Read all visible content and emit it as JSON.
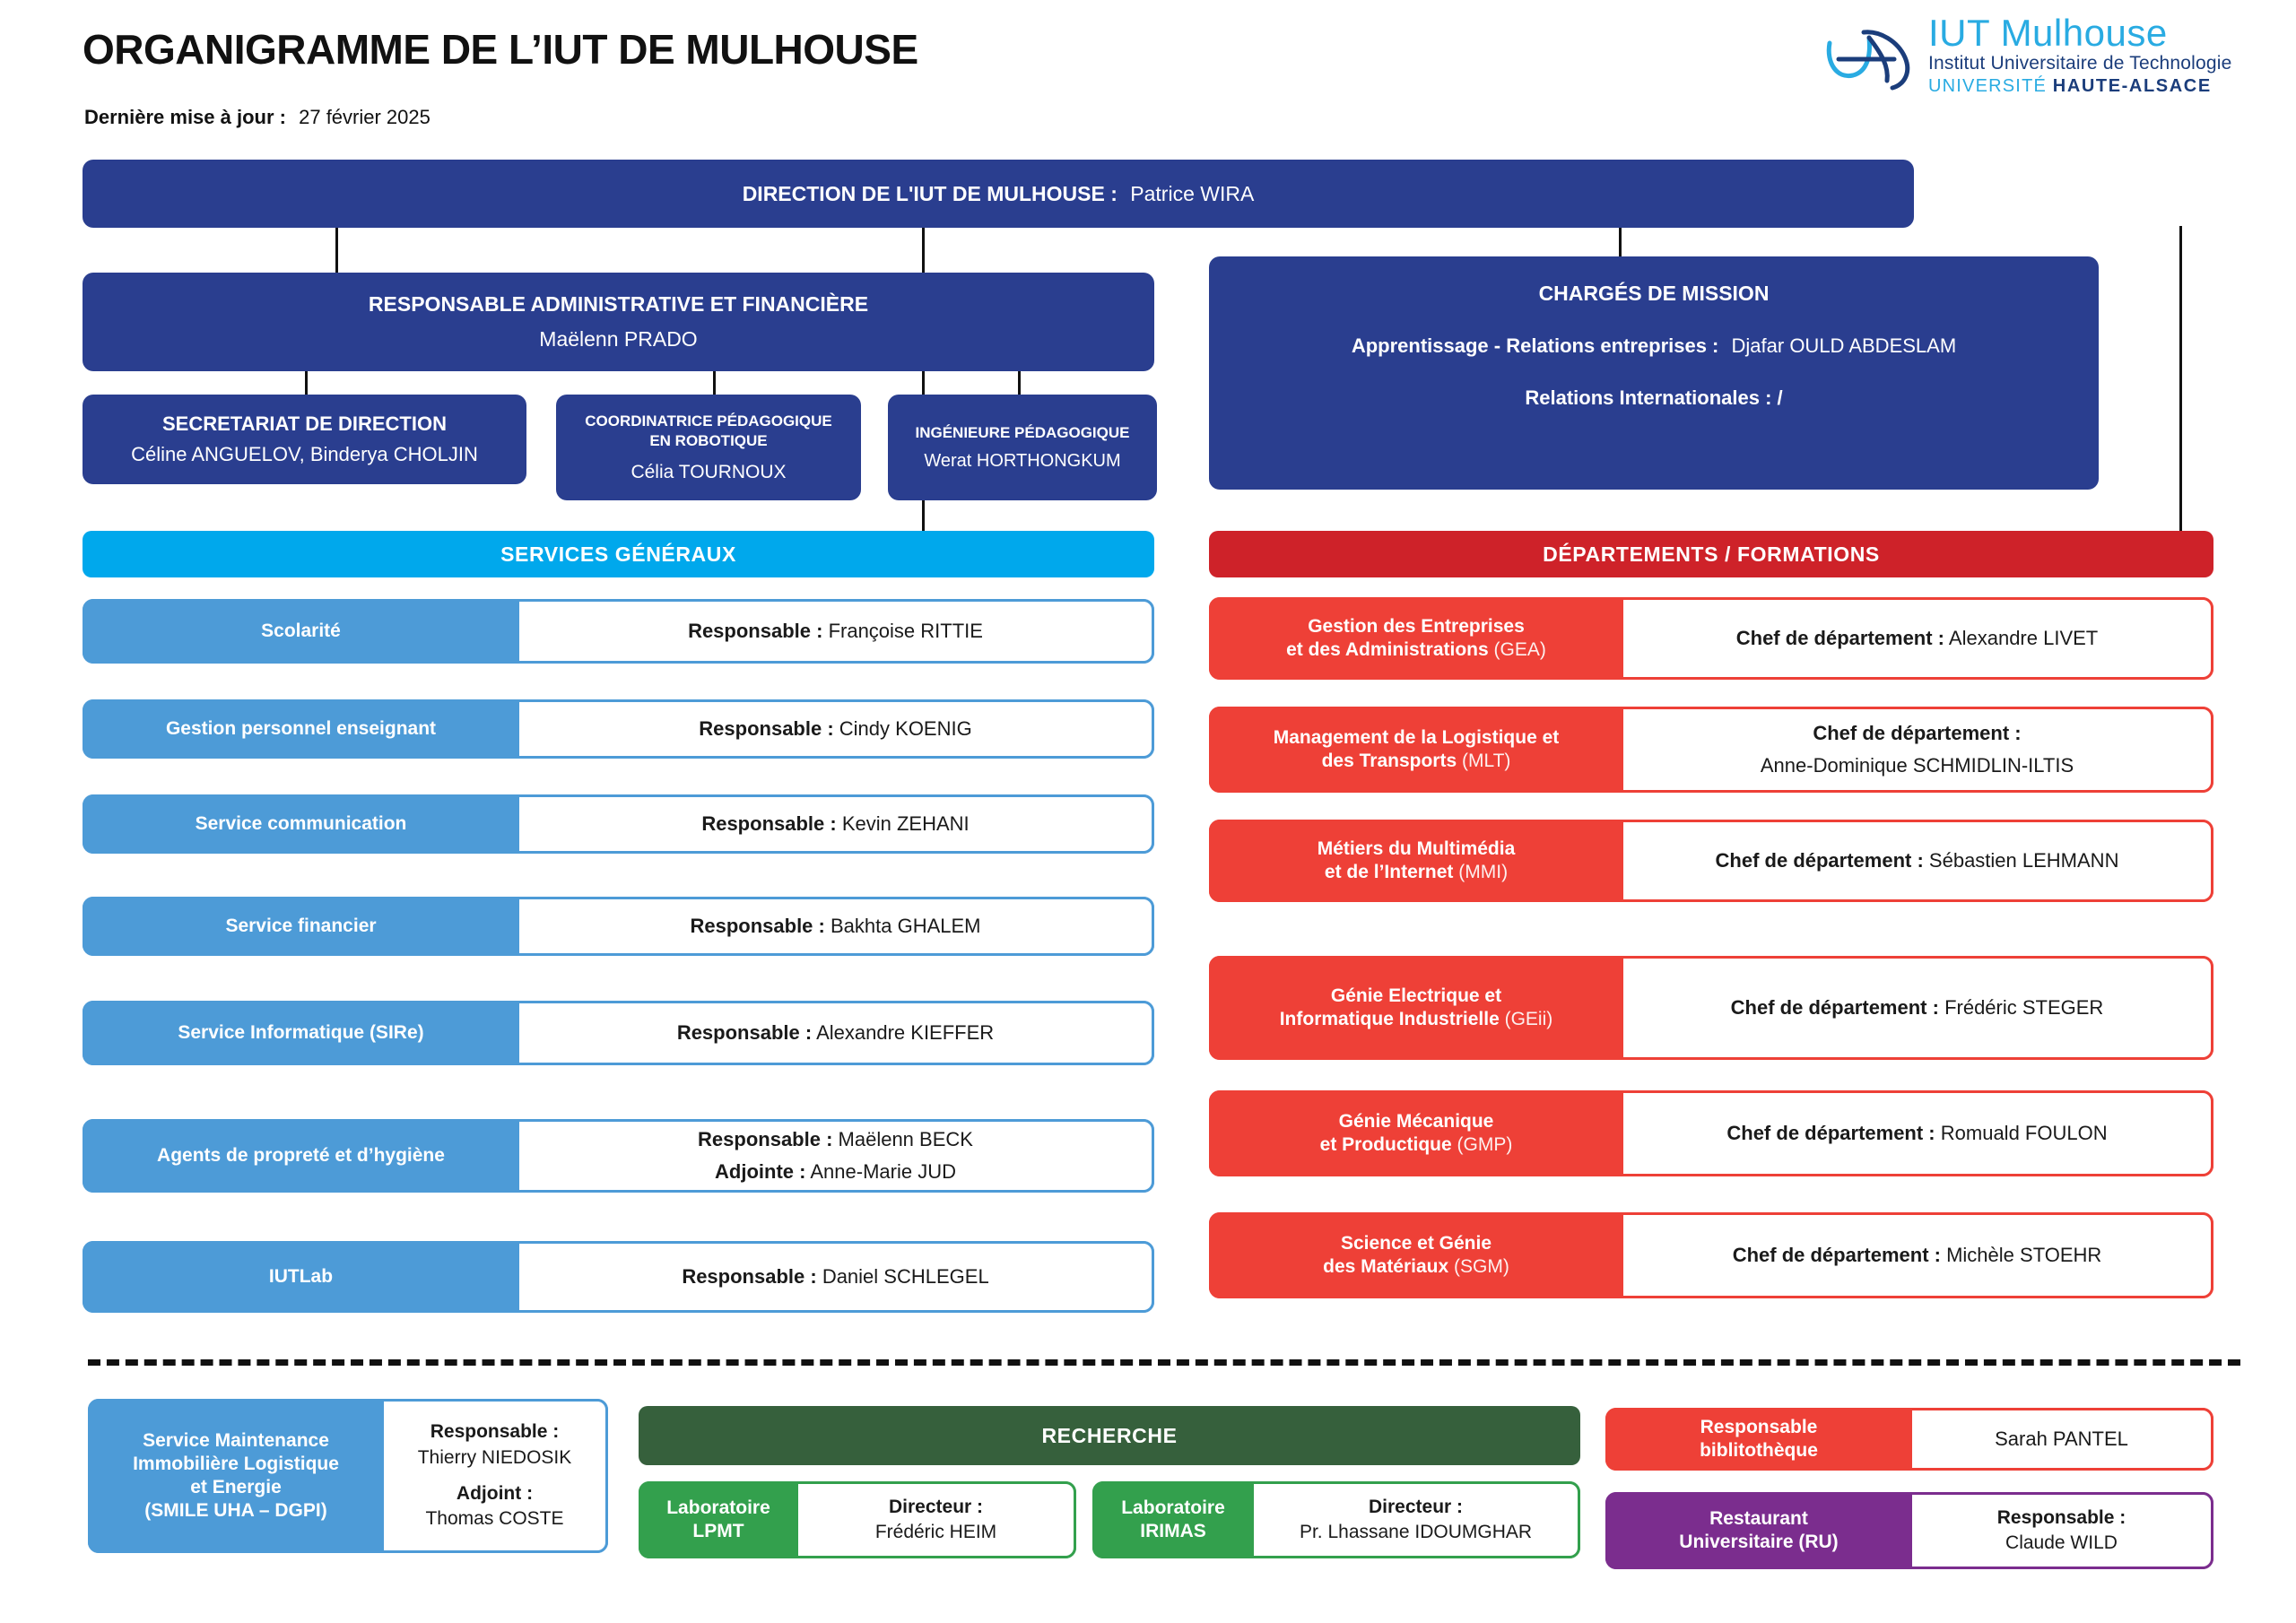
{
  "header": {
    "title": "ORGANIGRAMME DE L’IUT DE MULHOUSE",
    "update_label": "Dernière mise à jour :",
    "update_date": "27 février 2025"
  },
  "logo": {
    "line1": "IUT Mulhouse",
    "line2": "Institut Universitaire de Technologie",
    "line3_light": "UNIVERSITÉ ",
    "line3_bold": "HAUTE-ALSACE"
  },
  "direction": {
    "title": "DIRECTION DE L'IUT DE MULHOUSE :",
    "name": "Patrice WIRA"
  },
  "raf": {
    "title": "RESPONSABLE ADMINISTRATIVE ET FINANCIÈRE",
    "name": "Maëlenn PRADO"
  },
  "raf_children": [
    {
      "title": "SECRETARIAT DE DIRECTION",
      "name": "Céline ANGUELOV, Binderya CHOLJIN"
    },
    {
      "title": "COORDINATRICE PÉDAGOGIQUE\nEN ROBOTIQUE",
      "name": "Célia TOURNOUX"
    },
    {
      "title": "INGÉNIEURE PÉDAGOGIQUE",
      "name": "Werat HORTHONGKUM"
    }
  ],
  "missions": {
    "title": "CHARGÉS DE MISSION",
    "items": [
      {
        "label": "Apprentissage - Relations entreprises :",
        "value": "Djafar OULD ABDESLAM"
      },
      {
        "label": "Relations Internationales : /",
        "value": ""
      }
    ]
  },
  "services": {
    "header": "SERVICES GÉNÉRAUX",
    "rows": [
      {
        "name": "Scolarité",
        "role": "Responsable :",
        "person": "Françoise RITTIE"
      },
      {
        "name": "Gestion personnel enseignant",
        "role": "Responsable :",
        "person": "Cindy KOENIG"
      },
      {
        "name": "Service  communication",
        "role": "Responsable :",
        "person": "Kevin ZEHANI"
      },
      {
        "name": "Service  financier",
        "role": "Responsable :",
        "person": "Bakhta GHALEM"
      },
      {
        "name": "Service Informatique (SIRe)",
        "role": "Responsable :",
        "person": "Alexandre KIEFFER"
      },
      {
        "name": "Agents de propreté et d’hygiène",
        "role": "Responsable :",
        "person": "Maëlenn BECK",
        "role2": "Adjointe :",
        "person2": "Anne-Marie JUD"
      },
      {
        "name": "IUTLab",
        "role": "Responsable :",
        "person": "Daniel SCHLEGEL"
      }
    ]
  },
  "departments": {
    "header": "DÉPARTEMENTS / FORMATIONS",
    "rows": [
      {
        "name": "Gestion des Entreprises\net des Administrations",
        "abbr": "(GEA)",
        "role": "Chef de département :",
        "person": "Alexandre LIVET",
        "stacked": false
      },
      {
        "name": "Management de la Logistique et\ndes Transports",
        "abbr": "(MLT)",
        "role": "Chef de département :",
        "person": "Anne-Dominique SCHMIDLIN-ILTIS",
        "stacked": true
      },
      {
        "name": "Métiers du Multimédia\net de l’Internet",
        "abbr": "(MMI)",
        "role": "Chef de département :",
        "person": "Sébastien LEHMANN",
        "stacked": false
      },
      {
        "name": "Génie Electrique et\nInformatique Industrielle",
        "abbr": "(GEii)",
        "role": "Chef de département :",
        "person": "Frédéric STEGER",
        "stacked": false
      },
      {
        "name": "Génie Mécanique\net Productique",
        "abbr": "(GMP)",
        "role": "Chef de département :",
        "person": "Romuald FOULON",
        "stacked": false
      },
      {
        "name": "Science et Génie\ndes Matériaux",
        "abbr": "(SGM)",
        "role": "Chef de département :",
        "person": "Michèle STOEHR",
        "stacked": false
      }
    ]
  },
  "smile": {
    "name": "Service Maintenance\nImmobilière Logistique\net Energie\n(SMILE UHA – DGPI)",
    "role": "Responsable :",
    "person": "Thierry NIEDOSIK",
    "role2": "Adjoint :",
    "person2": "Thomas COSTE"
  },
  "recherche": {
    "header": "RECHERCHE",
    "labs": [
      {
        "name": "Laboratoire\nLPMT",
        "role": "Directeur :",
        "person": "Frédéric HEIM"
      },
      {
        "name": "Laboratoire\nIRIMAS",
        "role": "Directeur :",
        "person": "Pr. Lhassane IDOUMGHAR"
      }
    ]
  },
  "misc": [
    {
      "name": "Responsable\nbiblitothèque",
      "role": "",
      "person": "Sarah PANTEL",
      "color": "red"
    },
    {
      "name": "Restaurant\nUniversitaire (RU)",
      "role": "Responsable :",
      "person": "Claude WILD",
      "color": "purple"
    }
  ],
  "colors": {
    "navy": "#2A3E8F",
    "light_blue": "#00A8EC",
    "service_blue": "#4D9BD7",
    "red_header": "#CE2229",
    "dept_red": "#EE4037",
    "dark_green": "#36603C",
    "green": "#33A04D",
    "purple": "#7B2D8E"
  }
}
